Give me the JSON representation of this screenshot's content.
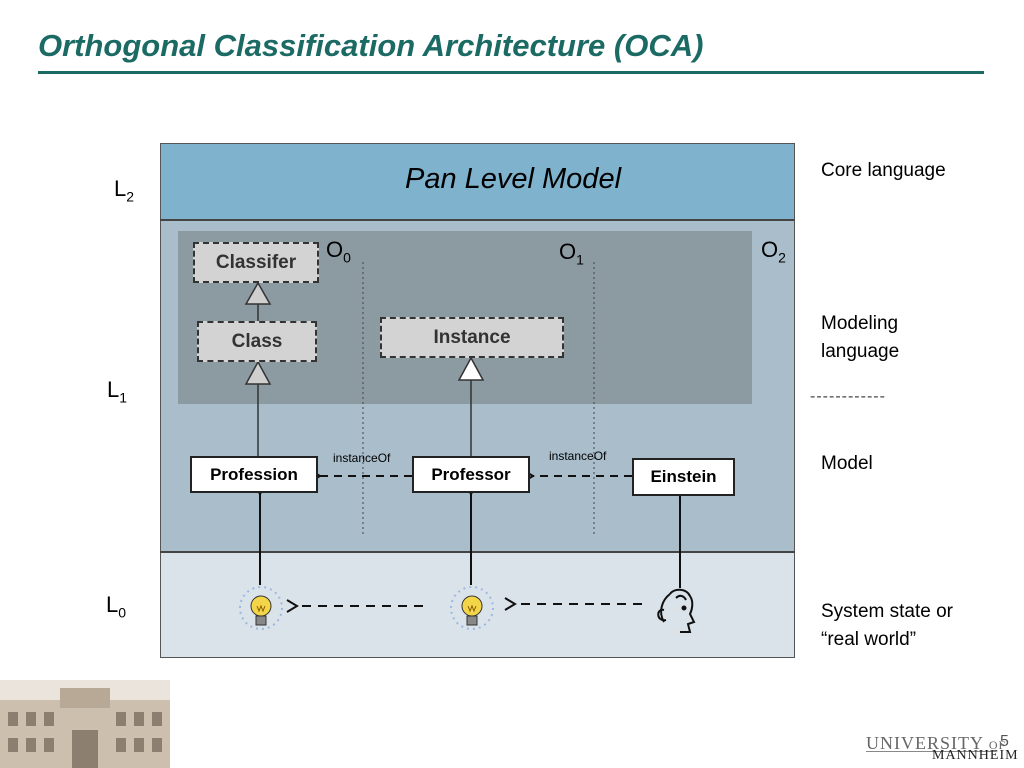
{
  "title": "Orthogonal Classification Architecture (OCA)",
  "page_number": "5",
  "levels": {
    "l2": "L",
    "l1": "L",
    "l0": "L",
    "l2_sub": "2",
    "l1_sub": "1",
    "l0_sub": "0"
  },
  "orthogonal": {
    "o0": "O",
    "o0_sub": "0",
    "o1": "O",
    "o1_sub": "1",
    "o2": "O",
    "o2_sub": "2"
  },
  "pan_level_model": "Pan Level Model",
  "boxes": {
    "classifer": "Classifer",
    "class": "Class",
    "instance": "Instance",
    "profession": "Profession",
    "professor": "Professor",
    "einstein": "Einstein"
  },
  "relations": {
    "instance_of_1": "instanceOf",
    "instance_of_2": "instanceOf"
  },
  "side_labels": {
    "core": "Core language",
    "modeling_1": "Modeling",
    "modeling_2": "language",
    "separator": "------------",
    "model": "Model",
    "system_1": "System state or",
    "system_2": "“real world”"
  },
  "logo": {
    "university": "UNIVERSITY",
    "of": "OF",
    "mannheim": "MANNHEIM"
  }
}
